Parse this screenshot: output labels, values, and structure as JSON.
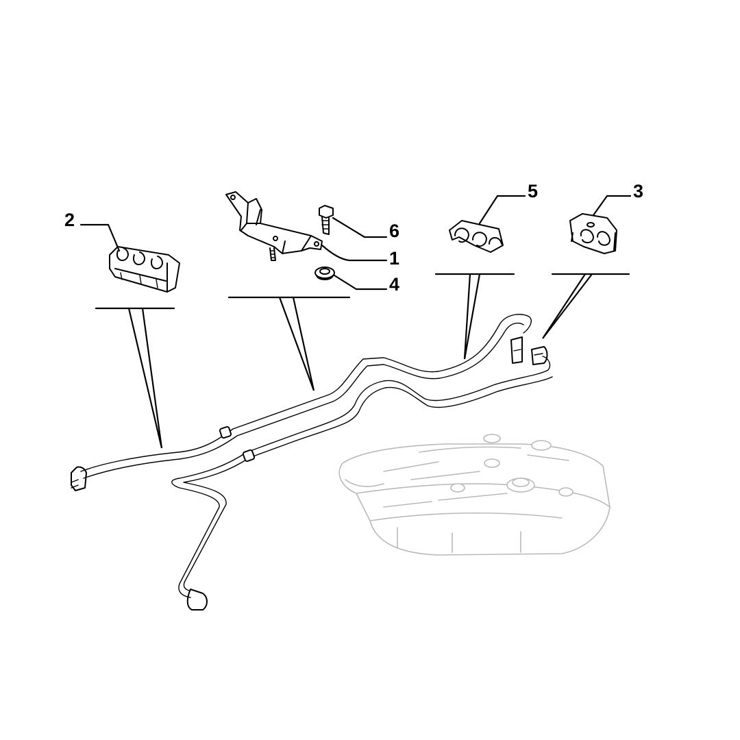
{
  "callouts": [
    {
      "id": "2",
      "label": "2"
    },
    {
      "id": "6",
      "label": "6"
    },
    {
      "id": "1",
      "label": "1"
    },
    {
      "id": "4",
      "label": "4"
    },
    {
      "id": "5",
      "label": "5"
    },
    {
      "id": "3",
      "label": "3"
    }
  ],
  "colors": {
    "ink": "#000000",
    "ghost": "#b9b9b9",
    "background": "#ffffff"
  }
}
